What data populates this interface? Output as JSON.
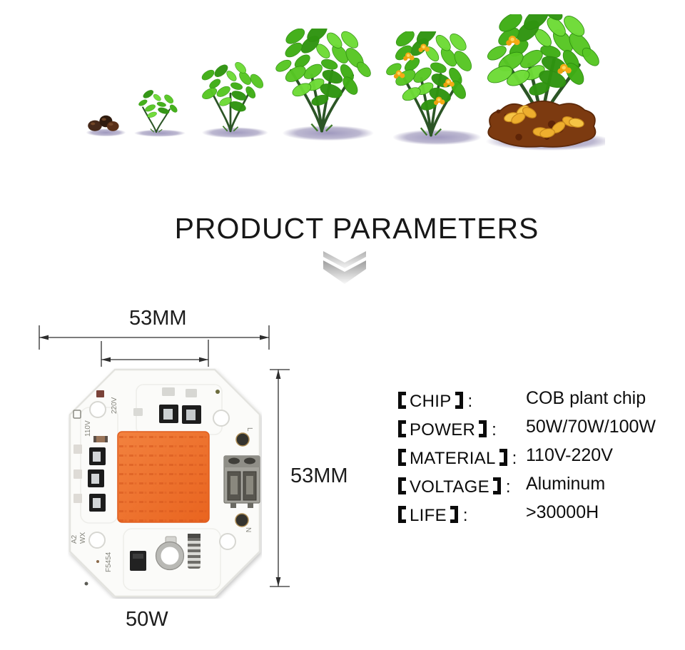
{
  "section": {
    "title": "PRODUCT PARAMETERS"
  },
  "growth_stages": [
    {
      "name": "seeds"
    },
    {
      "name": "sprout"
    },
    {
      "name": "seedling"
    },
    {
      "name": "young-plant"
    },
    {
      "name": "flowering-plant"
    },
    {
      "name": "mature-plant-with-peanuts"
    }
  ],
  "diagram": {
    "width_label": "53MM",
    "height_label": "53MM",
    "power_label": "50W",
    "board_markings": {
      "m220v": "220V",
      "m110v": "110V",
      "a2": "A2",
      "wx": "WX",
      "f5454": "F5454",
      "l": "L",
      "n": "N"
    }
  },
  "specs": {
    "colon": ":",
    "rows": [
      {
        "label": "CHIP",
        "value": "COB plant chip"
      },
      {
        "label": "POWER",
        "value": "50W/70W/100W"
      },
      {
        "label": "MATERIAL",
        "value": "110V-220V"
      },
      {
        "label": "VOLTAGE",
        "value": "Aluminum"
      },
      {
        "label": "LIFE",
        "value": ">30000H"
      }
    ]
  },
  "colors": {
    "cob_orange": "#ef7434",
    "leaf_green": "#4cc41e",
    "shadow_violet": "#a6a0c1",
    "soil_brown": "#7c3a10",
    "peanut_yellow": "#eeae2e"
  }
}
